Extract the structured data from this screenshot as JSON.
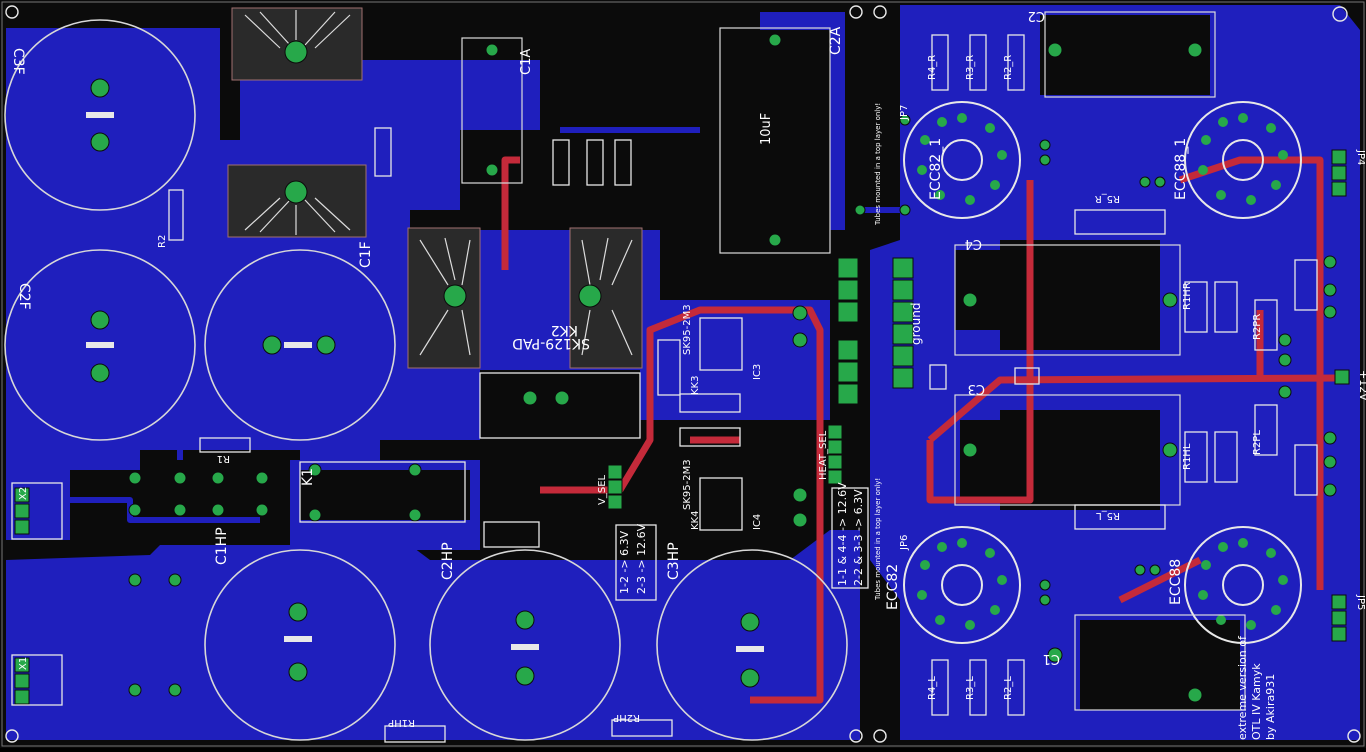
{
  "title_note": [
    "extreme version of",
    "OTL IV Kamyk",
    "by Akira931"
  ],
  "heater_note": [
    "1-2 -> 6.3V",
    "2-3 -> 12.6V"
  ],
  "heater_note_2": [
    "1-1 & 4-4 -> 12.6V",
    "2-2 & 3-3 -> 6.3V"
  ],
  "tubes_note": "Tubes mounted in a top layer only!",
  "caps": {
    "c1f": "C1F",
    "c2f": "C2F",
    "c3f": "C3F",
    "c1hp": "C1HP",
    "c2hp": "C2HP",
    "c3hp": "C3HP",
    "c2a": "C2A",
    "c1a": "C1A",
    "c10uf": "10uF",
    "c2": "C2",
    "c1": "C1",
    "c3": "C3",
    "c4": "C4"
  },
  "tubes": {
    "ecc82_1": "ECC82_1",
    "ecc88_1": "ECC88_1",
    "ecc82": "ECC82",
    "ecc88": "ECC88"
  },
  "heatsink": {
    "kk2": "KK2",
    "sk129": "SK129-PAD"
  },
  "parts": {
    "k1": "K1",
    "x1": "X1",
    "x2": "X2",
    "r2": "R2",
    "r1": "R1",
    "ground": "ground",
    "jp_plus12": "+12V",
    "jp4": "JP4",
    "jp5": "JP5",
    "jp6": "JP6",
    "jp7": "JP7",
    "heat_sel": "HEAT_SEL",
    "v_sel": "V_SEL",
    "ic4": "IC4",
    "ic3": "IC3",
    "sk95_1": "SK95-2M3",
    "sk95_2": "SK95-2M3",
    "kk3": "KK3",
    "kk4": "KK4",
    "r1hp": "R1HP",
    "r2hp": "R2HP",
    "r1hl": "R1HL",
    "r2pl": "R2PL",
    "r1hr": "R1HR",
    "r2pr": "R2PR",
    "r4_r": "R4_R",
    "r3_r": "R3_R",
    "r2_r": "R2_R",
    "r4_l": "R4_L",
    "r3_l": "R3_L",
    "r2_l": "R2_L",
    "r5_r": "R5_R",
    "r5_l": "R5_L"
  },
  "colors": {
    "board": "#0b0b0b",
    "copper_bottom": "#1f1fbd",
    "copper_top": "#c42a3a",
    "pad": "#27a84a",
    "silk": "#ffffff"
  }
}
